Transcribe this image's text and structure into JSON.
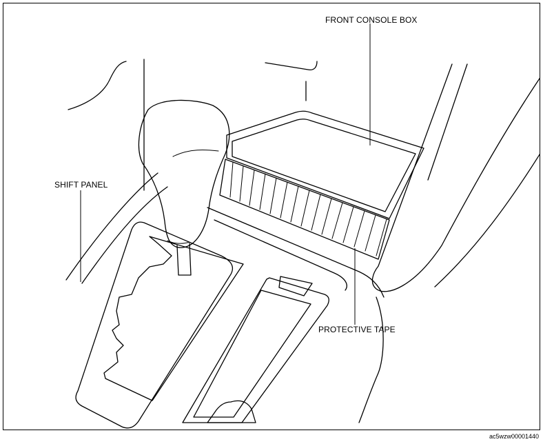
{
  "labels": {
    "front_console_box": "FRONT CONSOLE BOX",
    "shift_panel": "SHIFT PANEL",
    "protective_tape": "PROTECTIVE TAPE"
  },
  "image_code": "ac5wzw00001440"
}
